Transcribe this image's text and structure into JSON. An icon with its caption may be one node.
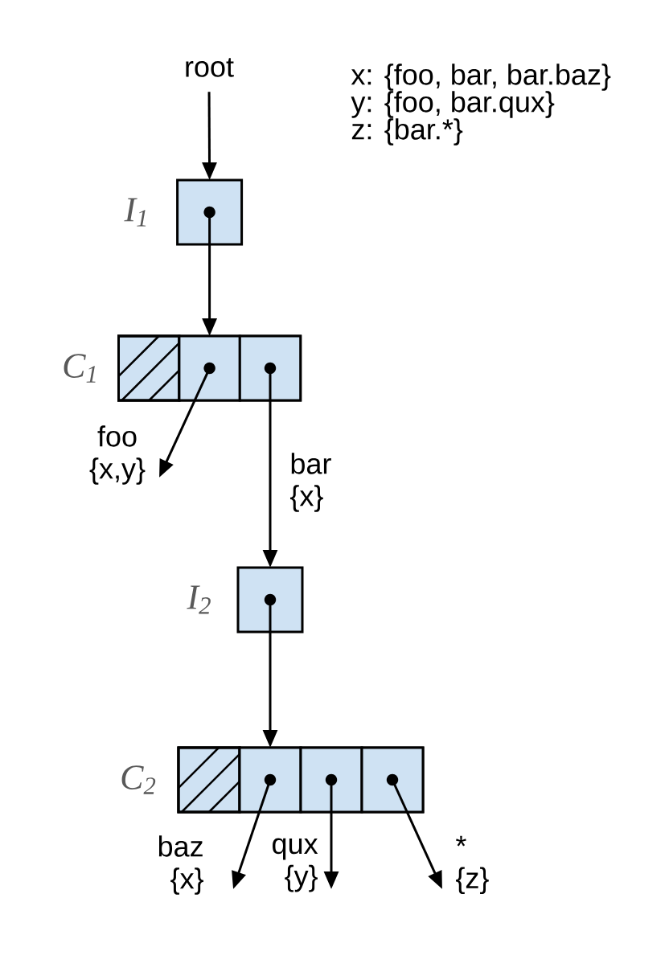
{
  "diagram": {
    "nodes": [
      {
        "text": [
          "root"
        ]
      },
      {
        "text": [],
        "shape": "box",
        "beside": [
          "I$_{1}$"
        ]
      },
      {
        "text": [],
        "shape": "box"
      },
      {
        "text": [],
        "shape": "box",
        "in": 2,
        "beside": [
          "C$_{1}$"
        ]
      },
      {
        "text": [],
        "shape": "box",
        "in": 2
      },
      {
        "text": [],
        "shape": "box",
        "in": 2
      },
      {
        "text": [],
        "shape": "box",
        "beside": [
          "I$_{2}$"
        ]
      },
      {
        "text": [],
        "shape": "box"
      },
      {
        "text": [],
        "shape": "box",
        "in": 7,
        "beside": [
          "C$_{2}$"
        ]
      },
      {
        "text": [],
        "shape": "box",
        "in": 7
      },
      {
        "text": [],
        "shape": "box",
        "in": 7
      },
      {
        "text": [],
        "shape": "box",
        "in": 7
      }
    ],
    "edges": [
      {
        "from": 0,
        "to": 1,
        "arrow": "to"
      },
      {
        "from": 1,
        "to": 4,
        "arrow": "to"
      },
      {
        "from": 4,
        "to": null,
        "arrow": "to",
        "label": "foo {x,y}"
      },
      {
        "from": 5,
        "to": 6,
        "arrow": "to",
        "label": "bar {x}"
      },
      {
        "from": 6,
        "to": 9,
        "arrow": "to"
      },
      {
        "from": 9,
        "to": null,
        "arrow": "to",
        "label": "baz {x}"
      },
      {
        "from": 10,
        "to": null,
        "arrow": "to",
        "label": "qux {y}"
      },
      {
        "from": 11,
        "to": null,
        "arrow": "to",
        "label": "* {z}"
      }
    ],
    "labels": [
      "x: {foo, bar, bar.baz}",
      "y: {foo, bar.qux}",
      "z: {bar.*}"
    ]
  }
}
